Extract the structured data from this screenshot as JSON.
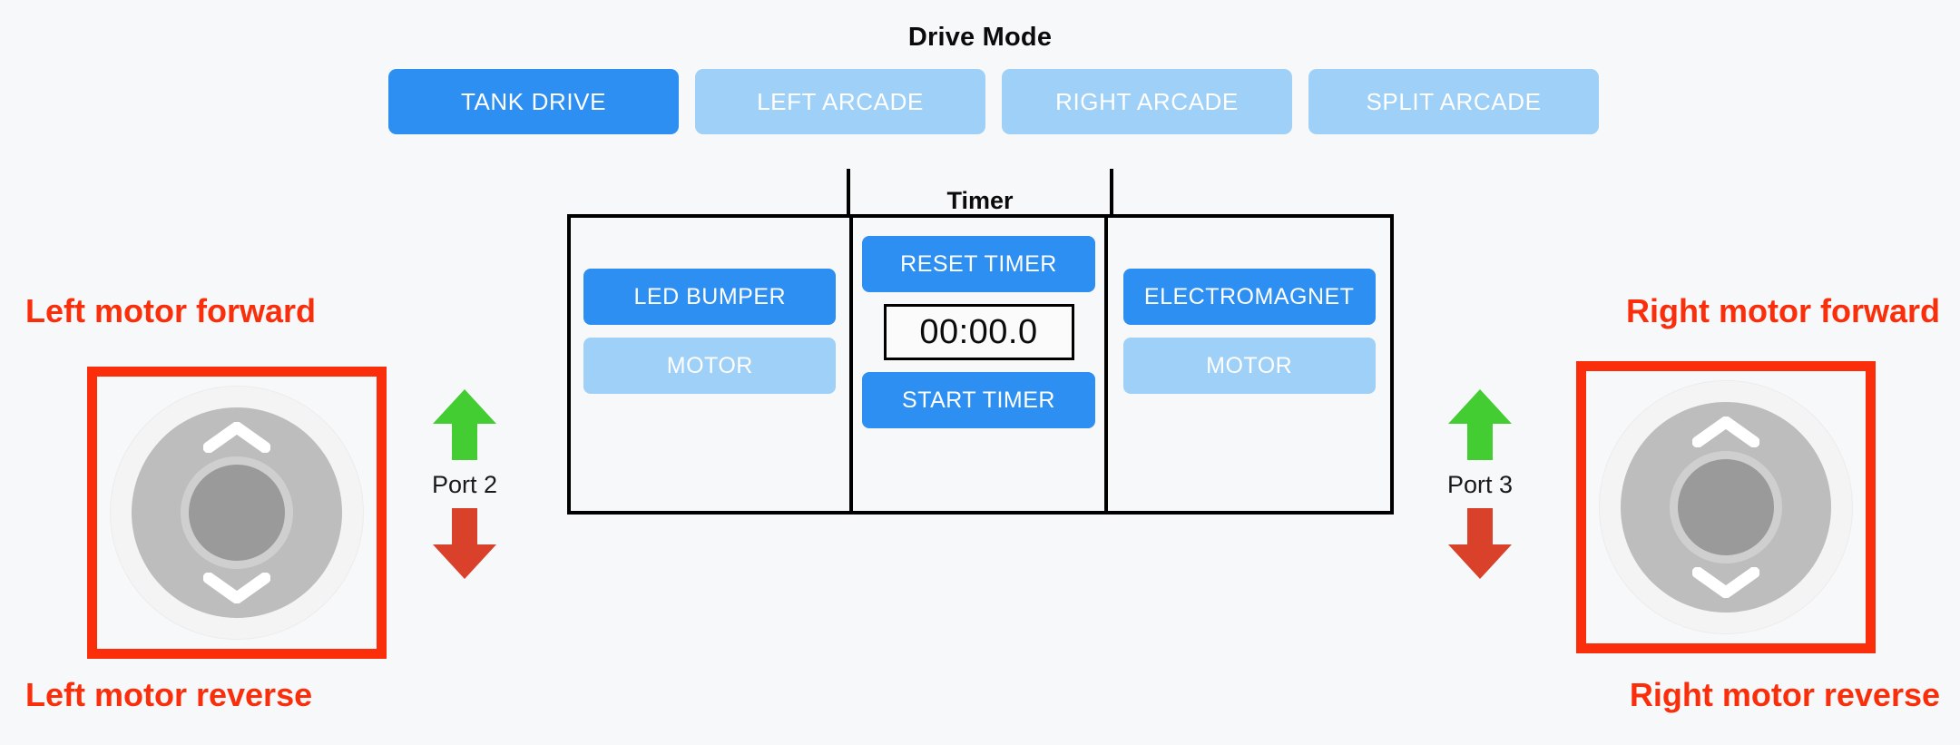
{
  "drive_mode": {
    "title": "Drive Mode",
    "buttons": [
      {
        "label": "TANK DRIVE",
        "state": "active"
      },
      {
        "label": "LEFT ARCADE",
        "state": "inactive"
      },
      {
        "label": "RIGHT ARCADE",
        "state": "inactive"
      },
      {
        "label": "SPLIT ARCADE",
        "state": "inactive"
      }
    ]
  },
  "panel": {
    "headers": {
      "port2": "Port 2",
      "timer": "Timer",
      "port3": "Port 3"
    },
    "port2": {
      "primary_button": "LED BUMPER",
      "secondary_button": "MOTOR"
    },
    "timer": {
      "reset_button": "RESET TIMER",
      "display": "00:00.0",
      "start_button": "START TIMER"
    },
    "port3": {
      "primary_button": "ELECTROMAGNET",
      "secondary_button": "MOTOR"
    }
  },
  "annotations": {
    "left_forward": "Left motor forward",
    "left_reverse": "Left motor reverse",
    "right_forward": "Right motor forward",
    "right_reverse": "Right motor reverse",
    "arrow_label_left": "Port 2",
    "arrow_label_right": "Port 3"
  },
  "colors": {
    "accent_active": "#2e8ff2",
    "accent_inactive": "#9ed0f8",
    "annotation_red": "#fa2e0a",
    "arrow_up_green": "#44cc33",
    "arrow_down_red": "#d9412a",
    "background": "#f7f8fa",
    "panel_border": "#000000"
  },
  "icons": {
    "joystick_up": "chevron-up-icon",
    "joystick_down": "chevron-down-icon",
    "arrow_up": "arrow-up-icon",
    "arrow_down": "arrow-down-icon"
  }
}
